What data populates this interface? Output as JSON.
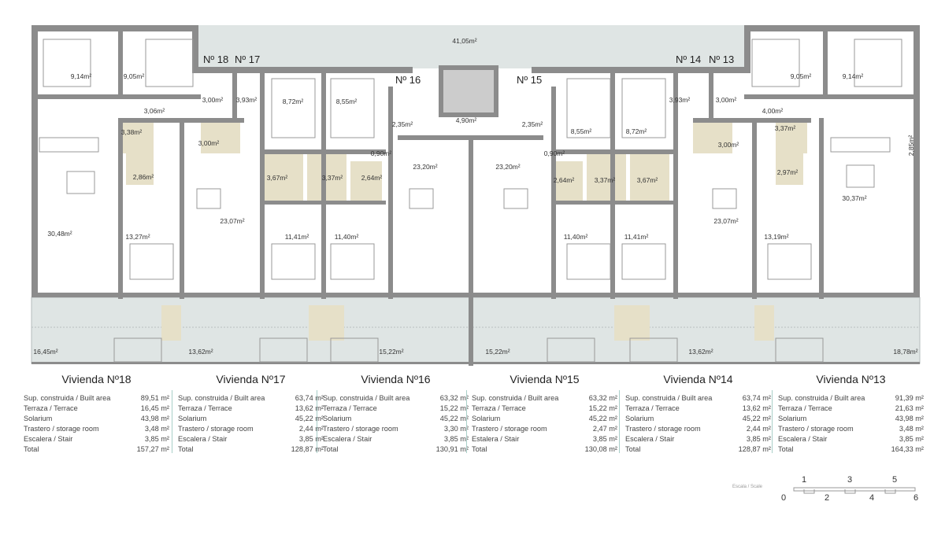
{
  "plan": {
    "top_terrace": "41,05m²",
    "units": [
      "Nº 18",
      "Nº 17",
      "Nº 16",
      "Nº 15",
      "Nº 14",
      "Nº 13"
    ],
    "areas": [
      "9,14m²",
      "9,05m²",
      "3,06m²",
      "3,00m²",
      "3,93m²",
      "8,72m²",
      "8,55m²",
      "3,38m²",
      "3,00m²",
      "2,86m²",
      "3,67m²",
      "3,37m²",
      "2,64m²",
      "2,35m²",
      "0,90m²",
      "4,90m²",
      "23,20m²",
      "23,20m²",
      "2,35m²",
      "0,90m²",
      "8,55m²",
      "8,72m²",
      "3,93m²",
      "3,00m²",
      "4,00m²",
      "9,05m²",
      "9,14m²",
      "3,37m²",
      "3,00m²",
      "2,97m²",
      "2,64m²",
      "3,37m²",
      "3,67m²",
      "30,37m²",
      "2,85m²",
      "30,48m²",
      "13,27m²",
      "23,07m²",
      "11,41m²",
      "11,40m²",
      "11,40m²",
      "11,41m²",
      "23,07m²",
      "13,19m²"
    ],
    "terraces": [
      "16,45m²",
      "13,62m²",
      "15,22m²",
      "15,22m²",
      "13,62m²",
      "18,78m²"
    ],
    "colors": {
      "wall": "#8c8c8c",
      "bathroom": "#e6e0c8",
      "terrace": "#dfe5e4",
      "divider": "#a9cfc9"
    }
  },
  "dwellings": [
    {
      "title": "Vivienda Nº18",
      "rows": [
        [
          "Sup. construida / Built area",
          "89,51 m²"
        ],
        [
          "Terraza / Terrace",
          "16,45 m²"
        ],
        [
          "Solarium",
          "43,98 m²"
        ],
        [
          "Trastero / storage room",
          "3,48 m²"
        ],
        [
          "Escalera / Stair",
          "3,85 m²"
        ],
        [
          "Total",
          "157,27 m²"
        ]
      ]
    },
    {
      "title": "Vivienda Nº17",
      "rows": [
        [
          "Sup. construida / Built area",
          "63,74 m²"
        ],
        [
          "Terraza / Terrace",
          "13,62 m²"
        ],
        [
          "Solarium",
          "45,22 m²"
        ],
        [
          "Trastero / storage room",
          "2,44 m²"
        ],
        [
          "Escalera / Stair",
          "3,85 m²"
        ],
        [
          "Total",
          "128,87 m²"
        ]
      ]
    },
    {
      "title": "Vivienda Nº16",
      "rows": [
        [
          "Sup. construida / Built area",
          "63,32 m²"
        ],
        [
          "Terraza / Terrace",
          "15,22 m²"
        ],
        [
          "Solarium",
          "45,22 m²"
        ],
        [
          "Trastero / storage room",
          "3,30 m²"
        ],
        [
          "Escalera / Stair",
          "3,85 m²"
        ],
        [
          "Total",
          "130,91 m²"
        ]
      ]
    },
    {
      "title": "Vivienda Nº15",
      "rows": [
        [
          "Sup. construida / Built area",
          "63,32 m²"
        ],
        [
          "Terraza / Terrace",
          "15,22 m²"
        ],
        [
          "Solarium",
          "45,22 m²"
        ],
        [
          "Trastero / storage room",
          "2,47 m²"
        ],
        [
          "Estalera / Stair",
          "3,85 m²"
        ],
        [
          "Total",
          "130,08 m²"
        ]
      ]
    },
    {
      "title": "Vivienda Nº14",
      "rows": [
        [
          "Sup. construida / Built area",
          "63,74 m²"
        ],
        [
          "Terraza / Terrace",
          "13,62 m²"
        ],
        [
          "Solarium",
          "45,22 m²"
        ],
        [
          "Trastero / storage room",
          "2,44 m²"
        ],
        [
          "Escalera / Stair",
          "3,85 m²"
        ],
        [
          "Total",
          "128,87 m²"
        ]
      ]
    },
    {
      "title": "Vivienda Nº13",
      "rows": [
        [
          "Sup. construida / Built area",
          "91,39 m²"
        ],
        [
          "Terraza / Terrace",
          "21,63 m²"
        ],
        [
          "Solarium",
          "43,98 m²"
        ],
        [
          "Trastero / storage room",
          "3,48 m²"
        ],
        [
          "Escalera / Stair",
          "3,85 m²"
        ],
        [
          "Total",
          "164,33 m²"
        ]
      ]
    }
  ],
  "scale": {
    "label": "Escala / Scale",
    "ticks": [
      "0",
      "1",
      "2",
      "3",
      "4",
      "5",
      "6"
    ]
  }
}
